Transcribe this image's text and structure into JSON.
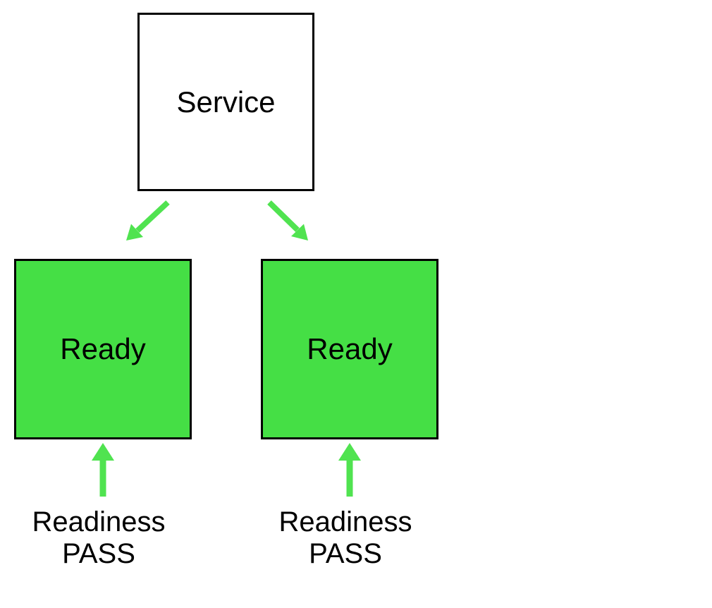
{
  "diagram": {
    "type": "flow-diagram",
    "nodes": [
      {
        "id": "service",
        "label": "Service"
      },
      {
        "id": "ready-left",
        "label": "Ready"
      },
      {
        "id": "ready-right",
        "label": "Ready"
      }
    ],
    "captions": [
      {
        "line1": "Readiness",
        "line2": "PASS"
      },
      {
        "line1": "Readiness",
        "line2": "PASS"
      }
    ],
    "colors": {
      "background": "#ffffff",
      "node_border": "#000000",
      "service_fill": "#ffffff",
      "ready_fill": "#45DF45",
      "arrow": "#50E350",
      "text": "#000000"
    }
  }
}
